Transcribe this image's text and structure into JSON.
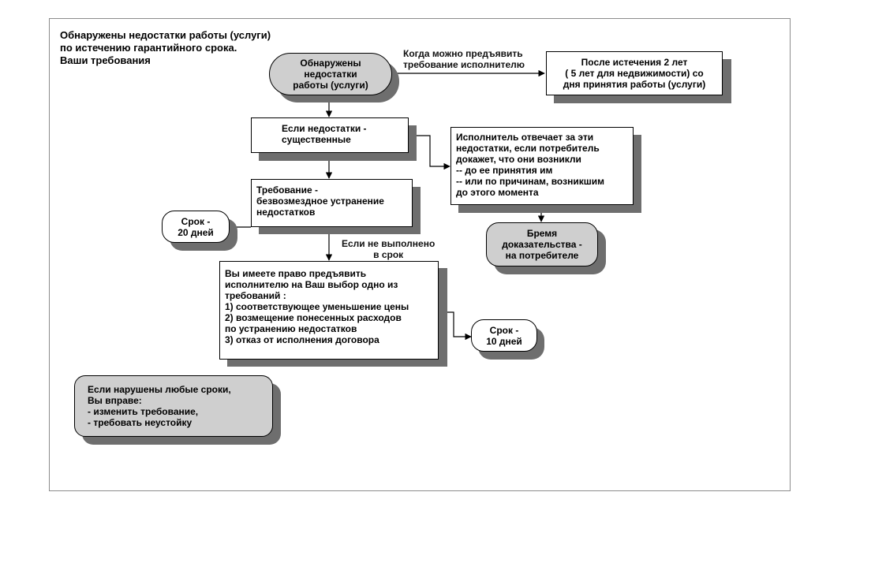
{
  "header": {
    "title": "Обнаружены недостатки работы (услуги)\nпо истечению гарантийного срока.\nВаши требования"
  },
  "nodes": {
    "start": "Обнаружены\nнедостатки\nработы (услуги)",
    "after_period": "После истечения 2 лет\n( 5 лет для недвижимости) со\nдня принятия работы (услуги)",
    "if_essential": "Если недостатки -\nсущественные",
    "contractor_liable": "Исполнитель отвечает за эти\nнедостатки, если потребитель\nдокажет, что они возникли\n-- до ее принятия им\n-- или по причинам, возникшим\nдо этого момента",
    "demand_fix": "Требование -\nбезвозмездное устранение\nнедостатков",
    "term_20": "Срок -\n20 дней",
    "burden_of_proof": "Бремя\nдоказательства -\nна потребителе",
    "your_rights": "Вы имеете право предъявить\nисполнителю на Ваш выбор одно из\nтребований :\n1) соответствующее уменьшение цены\n2) возмещение понесенных расходов\nпо устранению недостатков\n3) отказ от исполнения договора",
    "term_10": "Срок -\n10 дней",
    "if_deadlines_violated": "Если  нарушены  любые сроки,\n Вы вправе:\n- изменить требование,\n- требовать неустойку"
  },
  "edge_labels": {
    "when_to_claim": "Когда можно предъявить\nтребование исполнителю",
    "if_not_done": "Если не выполнено\nв срок"
  }
}
